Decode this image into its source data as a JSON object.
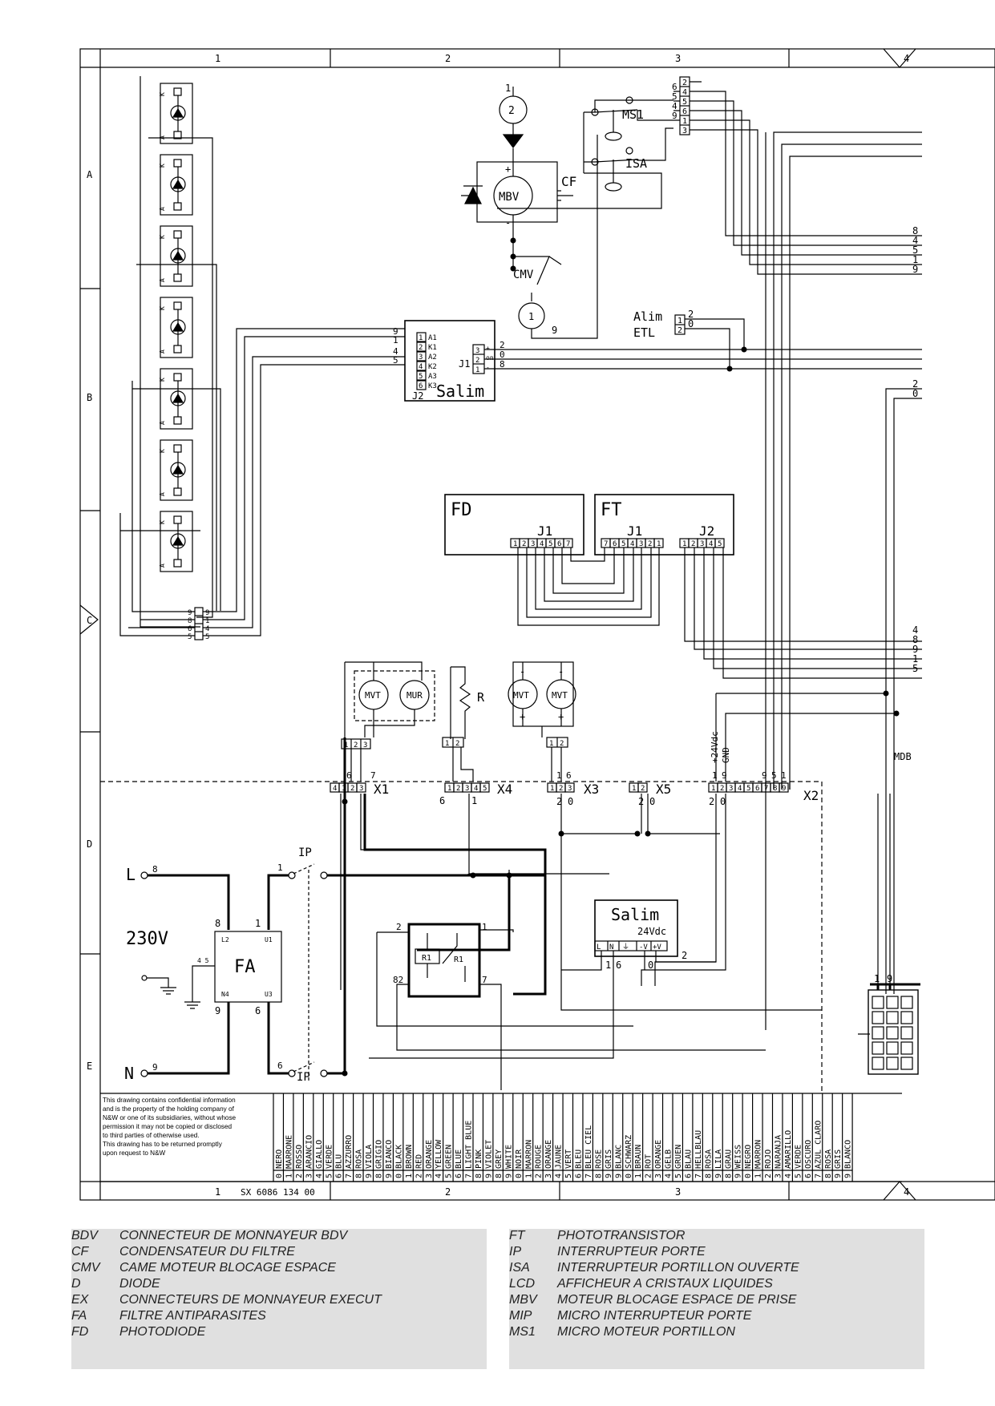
{
  "frame": {
    "columns_top": [
      "1",
      "2",
      "3",
      "4"
    ],
    "columns_bottom": [
      "1",
      "2",
      "3",
      "4"
    ],
    "rows_left": [
      "A",
      "B",
      "C",
      "D",
      "E"
    ],
    "drawing_number": "SX 6086 134 00"
  },
  "components": {
    "leds": [
      {
        "k": "K",
        "a": "A"
      },
      {
        "k": "K",
        "a": "A"
      },
      {
        "k": "K",
        "a": "A"
      },
      {
        "k": "K",
        "a": "A"
      },
      {
        "k": "K",
        "a": "A"
      },
      {
        "k": "K",
        "a": "A"
      },
      {
        "k": "K",
        "a": "A"
      }
    ],
    "led_connector_pins": [
      "9",
      "8",
      "6",
      "5"
    ],
    "led_connector_wires": [
      "9",
      "1",
      "4",
      "5"
    ],
    "motor_circle_2": "2",
    "wire_1_top": "1",
    "mbv": "MBV",
    "plus": "+",
    "minus": "-",
    "cf": "CF",
    "cmv": "CMV",
    "circle_1": "1",
    "wire_9": "9",
    "ms1": "MS1",
    "isa": "ISA",
    "connector_top_pins": [
      "2",
      "4",
      "5",
      "6",
      "1",
      "3"
    ],
    "connector_top_wires": [
      "6",
      "5",
      "4",
      "9"
    ],
    "alim_line1": "Alim",
    "alim_line2": "ETL",
    "alim_pins": [
      "1",
      "2"
    ],
    "alim_wires": [
      "2",
      "0"
    ],
    "salim_top": {
      "name": "Salim",
      "j2": "J2",
      "j1": "J1",
      "j2_pins": [
        "1",
        "2",
        "3",
        "4",
        "5",
        "6"
      ],
      "j2_labels": [
        "A1",
        "K1",
        "A2",
        "K2",
        "A3",
        "K3"
      ],
      "j2_wires": [
        "9",
        "1",
        "4",
        "5"
      ],
      "j1_pins": [
        "3",
        "2",
        "1"
      ],
      "j1_signs": [
        "+",
        "on",
        "-"
      ],
      "j1_wires": [
        "2",
        "0",
        "8"
      ]
    },
    "right_wires_top": [
      "8",
      "4",
      "5",
      "1",
      "9"
    ],
    "right_wires_mid": [
      "2",
      "0"
    ],
    "right_wires_low": [
      "4",
      "8",
      "9",
      "1",
      "5"
    ],
    "fd": {
      "name": "FD",
      "connector": "J1",
      "pins": [
        "1",
        "2",
        "3",
        "4",
        "5",
        "6",
        "7"
      ]
    },
    "ft": {
      "name": "FT",
      "j1": "J1",
      "j2": "J2",
      "j1_pins": [
        "7",
        "6",
        "5",
        "4",
        "3",
        "2",
        "1"
      ],
      "j2_pins": [
        "1",
        "2",
        "3",
        "4",
        "5"
      ]
    },
    "mvt": "MVT",
    "mur": "MUR",
    "resistor": "R",
    "conn_pins_2": [
      "1",
      "2"
    ],
    "conn_pins_3": [
      "1",
      "2",
      "3"
    ],
    "x1": {
      "label": "X1",
      "pins": [
        "4",
        "1",
        "2",
        "3"
      ],
      "top_wires": [
        "6",
        "7"
      ]
    },
    "x4": {
      "label": "X4",
      "pins": [
        "1",
        "2",
        "3",
        "4",
        "5"
      ],
      "wires": [
        "6",
        "1"
      ]
    },
    "x3": {
      "label": "X3",
      "pins": [
        "1",
        "2",
        "3"
      ],
      "top_wires": [
        "1",
        "6"
      ],
      "bottom_wires": [
        "2",
        "0"
      ]
    },
    "x5": {
      "label": "X5",
      "pins": [
        "1",
        "2"
      ],
      "bottom_wires": [
        "2",
        "0"
      ]
    },
    "x2": {
      "label": "X2",
      "pins": [
        "1",
        "2",
        "3",
        "4",
        "5",
        "6",
        "7",
        "8",
        "9"
      ],
      "top_wires": [
        "1",
        "9",
        "9",
        "5",
        "1"
      ],
      "bottom_wires": [
        "2",
        "0"
      ]
    },
    "vdc_label": "+24Vdc",
    "gnd_label": "GND",
    "mdb": "MDB",
    "l": "L",
    "n": "N",
    "l_wire": "8",
    "n_wire": "9",
    "v230": "230V",
    "fa": {
      "name": "FA",
      "l2": "L2",
      "u1": "U1",
      "n4": "N4",
      "u3": "U3",
      "ground_wire": "4 5",
      "w8": "8",
      "w1": "1",
      "w9": "9",
      "w6": "6"
    },
    "ip": "IP",
    "ip_wires_top": [
      "1"
    ],
    "ip_wires_bottom": [
      "6"
    ],
    "relay": {
      "r1": "R1",
      "coil": "R1",
      "w2": "2",
      "w1": "1",
      "w82": "82",
      "w7": "7"
    },
    "salim_bottom": {
      "name": "Salim",
      "v": "24Vdc",
      "pins": [
        "L",
        "N",
        "⏚",
        "-V",
        "+V"
      ],
      "wires": [
        "1",
        "6",
        "0",
        "2"
      ]
    },
    "mdb_connector_wires": [
      "1",
      "9"
    ]
  },
  "confidential": [
    "This drawing contains confidential information",
    "and is the property of the holding company of",
    "N&W or one of its subsidiaries, without whose",
    "permission it may not be copied or disclosed",
    "to third parties of otherwise used.",
    "This drawing has to be returned promptly",
    "upon request to N&W"
  ],
  "color_codes": [
    "0 NERO",
    "1 MARRONE",
    "2 ROSSO",
    "3 ARANCIO",
    "4 GIALLO",
    "5 VERDE",
    "6 BLU",
    "7 AZZURRO",
    "8 ROSA",
    "9 VIOLA",
    "8 GRIGIO",
    "9 BIANCO",
    "0 BLACK",
    "1 BROWN",
    "2 RED",
    "3 ORANGE",
    "4 YELLOW",
    "5 GREEN",
    "6 BLUE",
    "7 LIGHT BLUE",
    "8 PINK",
    "9 VIOLET",
    "8 GREY",
    "9 WHITE",
    "0 NOIR",
    "1 MARRON",
    "2 ROUGE",
    "3 ORANGE",
    "4 JAUNE",
    "5 VERT",
    "6 BLEU",
    "7 BLEU CIEL",
    "8 ROSE",
    "9 GRIS",
    "9 BLANC",
    "0 SCHWARZ",
    "1 BRAUN",
    "2 ROT",
    "3 ORANGE",
    "4 GELB",
    "5 GRUEN",
    "6 BLAU",
    "7 HELLBLAU",
    "8 ROSA",
    "9 LILA",
    "8 GRAU",
    "9 WEISS",
    "0 NEGRO",
    "1 MARRON",
    "2 ROJO",
    "3 NARANJA",
    "4 AMARILLO",
    "5 VERDE",
    "6 OSCURO",
    "7 AZUL CLARO",
    "8 ROSA",
    "9 GRIS",
    "9 BLANCO"
  ],
  "legend_left": [
    {
      "code": "BDV",
      "desc": "CONNECTEUR DE MONNAYEUR BDV"
    },
    {
      "code": "CF",
      "desc": "CONDENSATEUR DU FILTRE"
    },
    {
      "code": "CMV",
      "desc": "CAME MOTEUR BLOCAGE ESPACE"
    },
    {
      "code": "D",
      "desc": "DIODE"
    },
    {
      "code": "EX",
      "desc": "CONNECTEURS DE MONNAYEUR EXECUT"
    },
    {
      "code": "FA",
      "desc": "FILTRE ANTIPARASITES"
    },
    {
      "code": "FD",
      "desc": "PHOTODIODE"
    }
  ],
  "legend_right": [
    {
      "code": "FT",
      "desc": "PHOTOTRANSISTOR"
    },
    {
      "code": "IP",
      "desc": "INTERRUPTEUR PORTE"
    },
    {
      "code": "ISA",
      "desc": "INTERRUPTEUR PORTILLON OUVERTE"
    },
    {
      "code": "LCD",
      "desc": "AFFICHEUR A CRISTAUX LIQUIDES"
    },
    {
      "code": "MBV",
      "desc": "MOTEUR BLOCAGE ESPACE DE PRISE"
    },
    {
      "code": "MIP",
      "desc": "MICRO INTERRUPTEUR PORTE"
    },
    {
      "code": "MS1",
      "desc": "MICRO MOTEUR PORTILLON"
    }
  ]
}
